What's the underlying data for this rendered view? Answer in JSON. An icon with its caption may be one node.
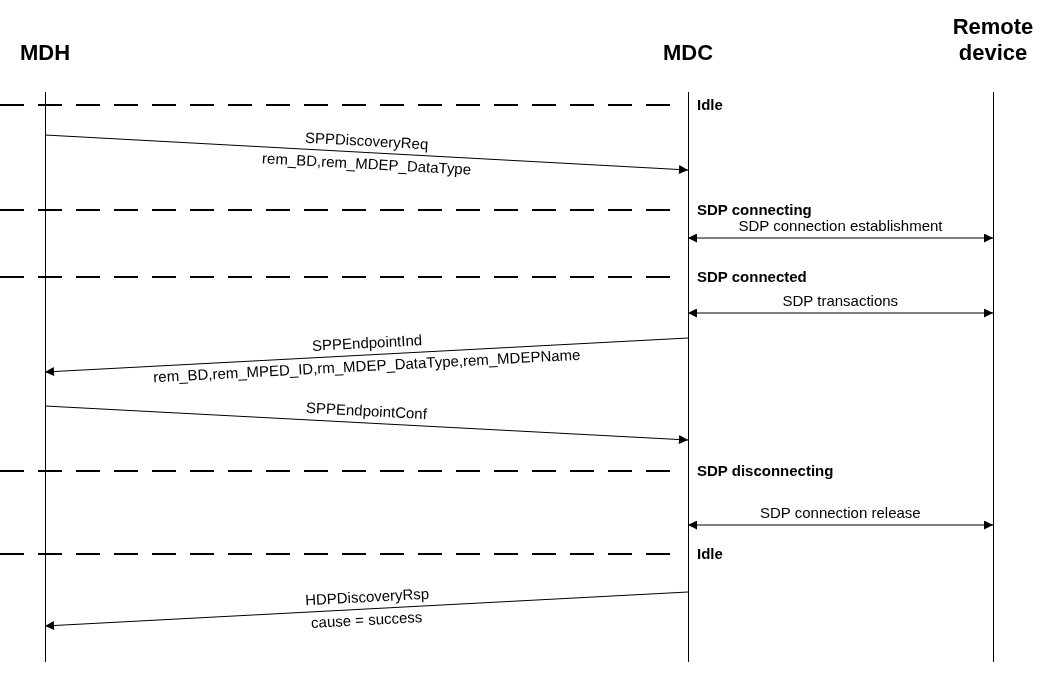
{
  "diagram": {
    "nodes": [
      {
        "text": [
          "MDH"
        ]
      },
      {
        "text": [
          "MDC"
        ]
      },
      {
        "text": [
          "Remote device"
        ]
      }
    ],
    "edges": [
      {
        "from": 0,
        "to": 1,
        "arrow": "to",
        "label": "SPPDiscoveryReq"
      },
      {
        "from": 1,
        "to": 2,
        "arrow": "both",
        "label": "SDP connection establishment"
      },
      {
        "from": 1,
        "to": 2,
        "arrow": "both",
        "label": "SDP transactions"
      },
      {
        "from": 1,
        "to": 0,
        "arrow": "to",
        "label": "SPPEndpointInd"
      },
      {
        "from": 0,
        "to": 1,
        "arrow": "to",
        "label": "SPPEndpointConf"
      },
      {
        "from": 1,
        "to": 2,
        "arrow": "both",
        "label": "SDP connection release"
      },
      {
        "from": 1,
        "to": 0,
        "arrow": "to",
        "label": "HDPDiscoveryRsp"
      }
    ],
    "labels": [
      "Idle",
      "rem_BD,rem_MDEP_DataType",
      "SDP connecting",
      "SDP connected",
      "rem_BD,rem_MPED_ID,rm_MDEP_DataType,rem_MDEPName",
      "SDP disconnecting",
      "Idle",
      "cause = success"
    ]
  }
}
